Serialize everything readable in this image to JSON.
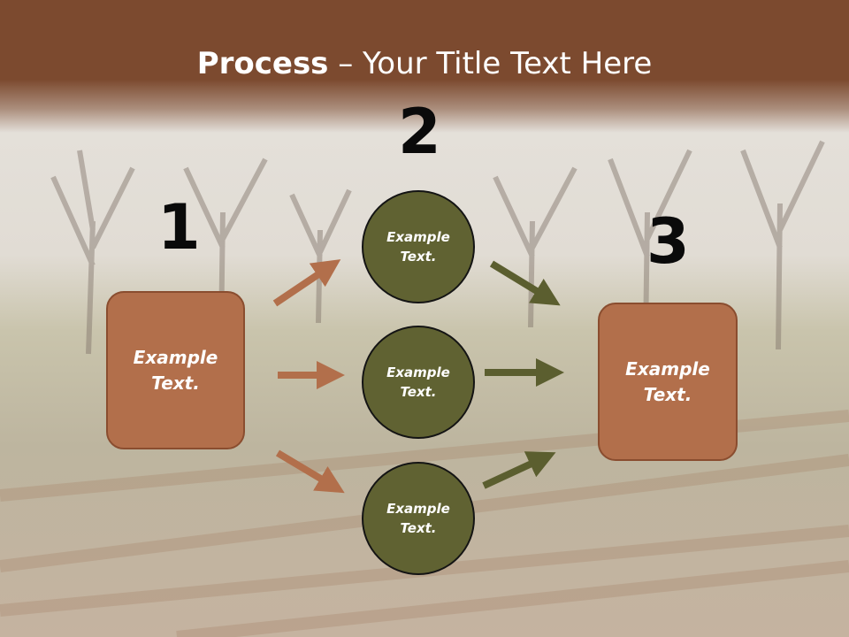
{
  "title": {
    "bold": "Process",
    "rest": " – Your Title Text Here"
  },
  "steps": {
    "one": "1",
    "two": "2",
    "three": "3"
  },
  "left_box": {
    "line1": "Example",
    "line2": "Text."
  },
  "right_box": {
    "line1": "Example",
    "line2": "Text."
  },
  "circles": [
    {
      "line1": "Example",
      "line2": "Text."
    },
    {
      "line1": "Example",
      "line2": "Text."
    },
    {
      "line1": "Example",
      "line2": "Text."
    }
  ],
  "colors": {
    "header": "#7c4a2f",
    "box": "#b26f4b",
    "circle": "#606232",
    "arrow_brown": "#b26f4b",
    "arrow_green": "#5b5e2f"
  }
}
